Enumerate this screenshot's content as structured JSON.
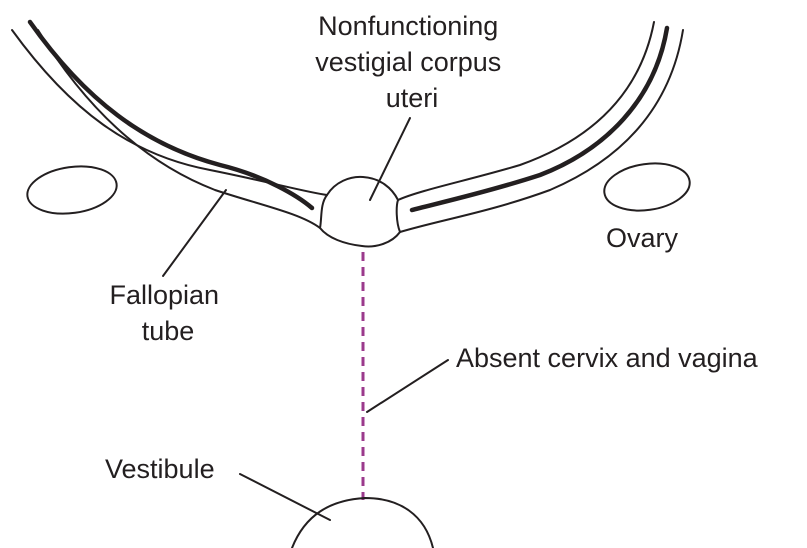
{
  "labels": {
    "corpus_uteri": [
      "Nonfunctioning",
      "vestigial corpus",
      "uteri"
    ],
    "fallopian_tube": [
      "Fallopian",
      "tube"
    ],
    "ovary": "Ovary",
    "absent_cervix_vagina": "Absent cervix and vagina",
    "vestibule": "Vestibule"
  },
  "colors": {
    "outline": "#231f20",
    "absent_structure_dashes": "#9b3a8c",
    "background": "#ffffff"
  }
}
